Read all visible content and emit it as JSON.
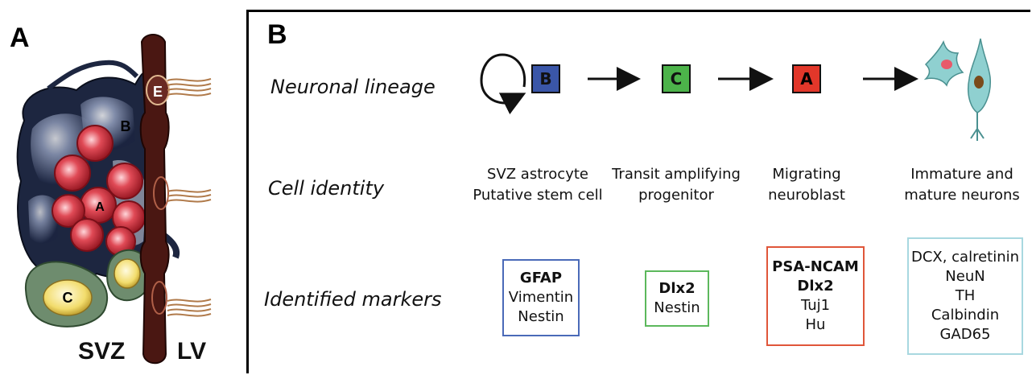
{
  "panel_a": {
    "letter": "A",
    "cell_labels": {
      "e": "E",
      "b": "B",
      "a": "A",
      "c": "C"
    },
    "region_labels": {
      "svz": "SVZ",
      "lv": "LV"
    }
  },
  "panel_b": {
    "letter": "B",
    "row_labels": {
      "lineage": "Neuronal lineage",
      "identity": "Cell identity",
      "markers": "Identified markers"
    },
    "lineage_cells": [
      {
        "label": "B",
        "color": "#3a56a8"
      },
      {
        "label": "C",
        "color": "#4cb34a"
      },
      {
        "label": "A",
        "color": "#e2372a"
      }
    ],
    "identities": [
      [
        "SVZ astrocyte",
        "Putative stem cell"
      ],
      [
        "Transit amplifying",
        "progenitor"
      ],
      [
        "Migrating",
        "neuroblast"
      ],
      [
        "Immature and",
        "mature neurons"
      ]
    ],
    "markers": [
      {
        "border_color": "#4a6ab8",
        "items": [
          {
            "text": "GFAP",
            "bold": true
          },
          {
            "text": "Vimentin",
            "bold": false
          },
          {
            "text": "Nestin",
            "bold": false
          }
        ]
      },
      {
        "border_color": "#5cb85c",
        "items": [
          {
            "text": "Dlx2",
            "bold": true
          },
          {
            "text": "Nestin",
            "bold": false
          }
        ]
      },
      {
        "border_color": "#e0563a",
        "items": [
          {
            "text": "PSA-NCAM",
            "bold": true
          },
          {
            "text": "Dlx2",
            "bold": true
          },
          {
            "text": "Tuj1",
            "bold": false
          },
          {
            "text": "Hu",
            "bold": false
          }
        ]
      },
      {
        "border_color": "#a8d8e0",
        "items": [
          {
            "text": "DCX, calretinin",
            "bold": false
          },
          {
            "text": "NeuN",
            "bold": false
          },
          {
            "text": "TH",
            "bold": false
          },
          {
            "text": "Calbindin",
            "bold": false
          },
          {
            "text": "GAD65",
            "bold": false
          }
        ]
      }
    ]
  },
  "colors": {
    "ependymal": "#4a1712",
    "astrocyte": "#2a3350",
    "neuroblast": "#d63a46",
    "progenitor_outer": "#6e9070",
    "progenitor_inner": "#f4e48a",
    "cilia": "#b07a4a",
    "neuron": "#8fd0d0"
  }
}
